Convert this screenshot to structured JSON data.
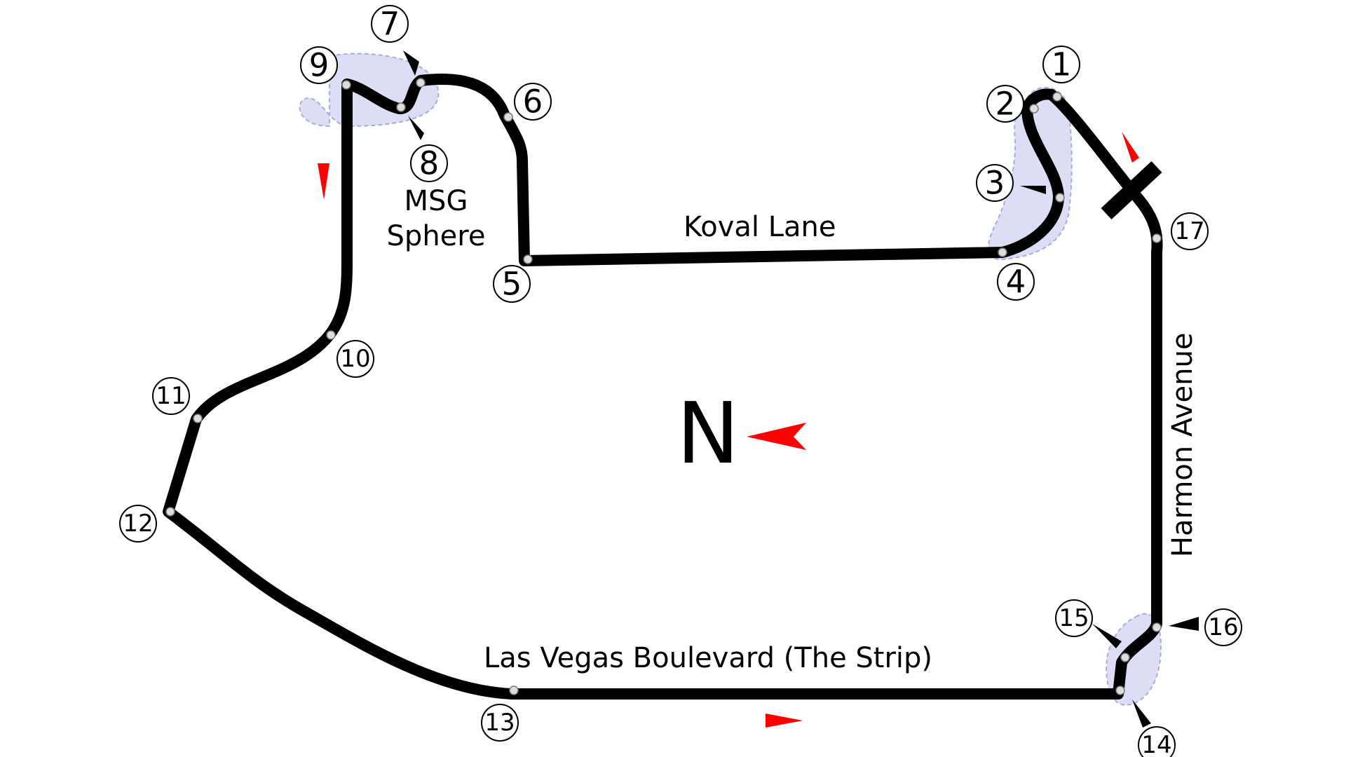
{
  "map": {
    "north_label": "N",
    "streets": {
      "koval": "Koval Lane",
      "harmon": "Harmon Avenue",
      "strip": "Las Vegas Boulevard (The Strip)",
      "sphere_line1": "MSG",
      "sphere_line2": "Sphere"
    },
    "turns": [
      "1",
      "2",
      "3",
      "4",
      "5",
      "6",
      "7",
      "8",
      "9",
      "10",
      "11",
      "12",
      "13",
      "14",
      "15",
      "16",
      "17"
    ],
    "colors": {
      "track": "#000000",
      "direction_arrow": "#ff0000",
      "drs_zone": "#ddddf6",
      "turn_marker": "#dddddd"
    }
  }
}
